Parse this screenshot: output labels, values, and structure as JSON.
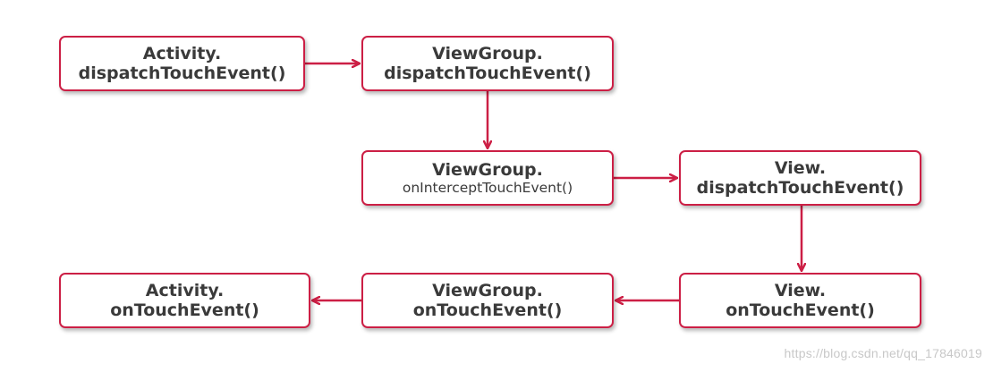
{
  "colors": {
    "border": "#cc1f45",
    "arrow": "#cc1f45",
    "text": "#3a3a3a",
    "watermark": "#c8c8c8"
  },
  "nodes": {
    "activity_dispatch": {
      "line1": "Activity.",
      "line2": "dispatchTouchEvent()"
    },
    "viewgroup_dispatch": {
      "line1": "ViewGroup.",
      "line2": "dispatchTouchEvent()"
    },
    "viewgroup_intercept": {
      "line1": "ViewGroup.",
      "line2": "onInterceptTouchEvent()"
    },
    "view_dispatch": {
      "line1": "View.",
      "line2": "dispatchTouchEvent()"
    },
    "view_touch": {
      "line1": "View.",
      "line2": "onTouchEvent()"
    },
    "viewgroup_touch": {
      "line1": "ViewGroup.",
      "line2": "onTouchEvent()"
    },
    "activity_touch": {
      "line1": "Activity.",
      "line2": "onTouchEvent()"
    }
  },
  "edges": [
    {
      "from": "activity_dispatch",
      "to": "viewgroup_dispatch"
    },
    {
      "from": "viewgroup_dispatch",
      "to": "viewgroup_intercept"
    },
    {
      "from": "viewgroup_intercept",
      "to": "view_dispatch"
    },
    {
      "from": "view_dispatch",
      "to": "view_touch"
    },
    {
      "from": "view_touch",
      "to": "viewgroup_touch"
    },
    {
      "from": "viewgroup_touch",
      "to": "activity_touch"
    }
  ],
  "watermark": "https://blog.csdn.net/qq_17846019"
}
